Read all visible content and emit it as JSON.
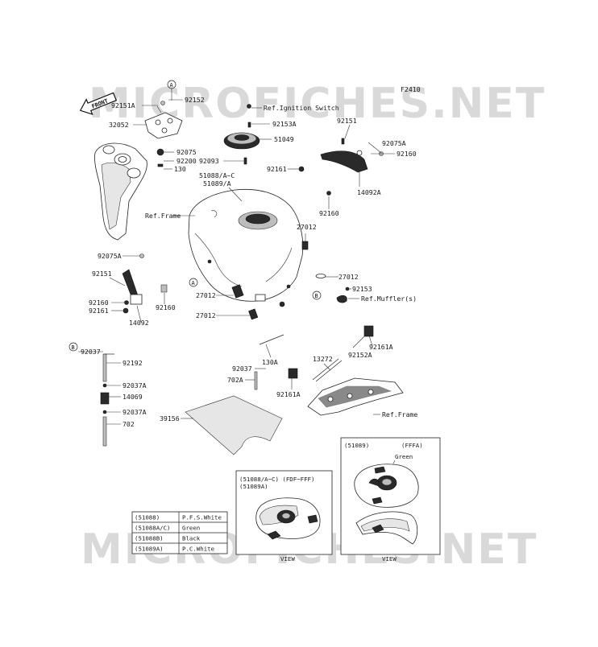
{
  "diagram_code": "F2410",
  "watermark": "MICROFICHES.NET",
  "front_label": "FRONT",
  "circle_marks": {
    "a": "A",
    "b": "B"
  },
  "labels": {
    "p92151A": "92151A",
    "p92152": "92152",
    "p32052": "32052",
    "p92075": "92075",
    "p92200": "92200",
    "p130": "130",
    "ref_ignition": "Ref.Ignition Switch",
    "p92153A": "92153A",
    "p51049": "51049",
    "p92093": "92093",
    "p92161_top": "92161",
    "p51088_AC": "51088/A~C",
    "p51089_A": "51089/A",
    "ref_frame_left": "Ref.Frame",
    "p92151_right": "92151",
    "p92075A_right": "92075A",
    "p92160_right": "92160",
    "p14092A": "14092A",
    "p92160_mid": "92160",
    "p27012_a": "27012",
    "p27012_b": "27012",
    "p27012_c": "27012",
    "p27012_d": "27012",
    "p92075A_left": "92075A",
    "p92151_left": "92151",
    "p92160_left": "92160",
    "p92161_left": "92161",
    "p14092": "14092",
    "p92160_left2": "92160",
    "p92153": "92153",
    "ref_muffler": "Ref.Muffler(s)",
    "p92161A_r": "92161A",
    "p92152A": "92152A",
    "p13272": "13272",
    "p92037_mid": "92037",
    "p130A": "130A",
    "p702A": "702A",
    "p92161A_b": "92161A",
    "ref_frame_right": "Ref.Frame",
    "p39156": "39156",
    "p92037_k": "92037",
    "p92192": "92192",
    "p92037A_1": "92037A",
    "p14069": "14069",
    "p92037A_2": "92037A",
    "p702": "702"
  },
  "inset_left": {
    "title_line1": "(51088/A~C)  (FDF~FFF)",
    "title_line2": "(51089A)",
    "view_mark": "VIEW"
  },
  "inset_right": {
    "title_part": "(51089)",
    "title_range": "(FFFA)",
    "color_label": "Green",
    "view_mark": "VIEW"
  },
  "color_table": [
    {
      "code": "(51088)",
      "color": "P.F.S.White"
    },
    {
      "code": "(51088A/C)",
      "color": "Green"
    },
    {
      "code": "(51088B)",
      "color": "Black"
    },
    {
      "code": "(51089A)",
      "color": "P.C.White"
    }
  ]
}
